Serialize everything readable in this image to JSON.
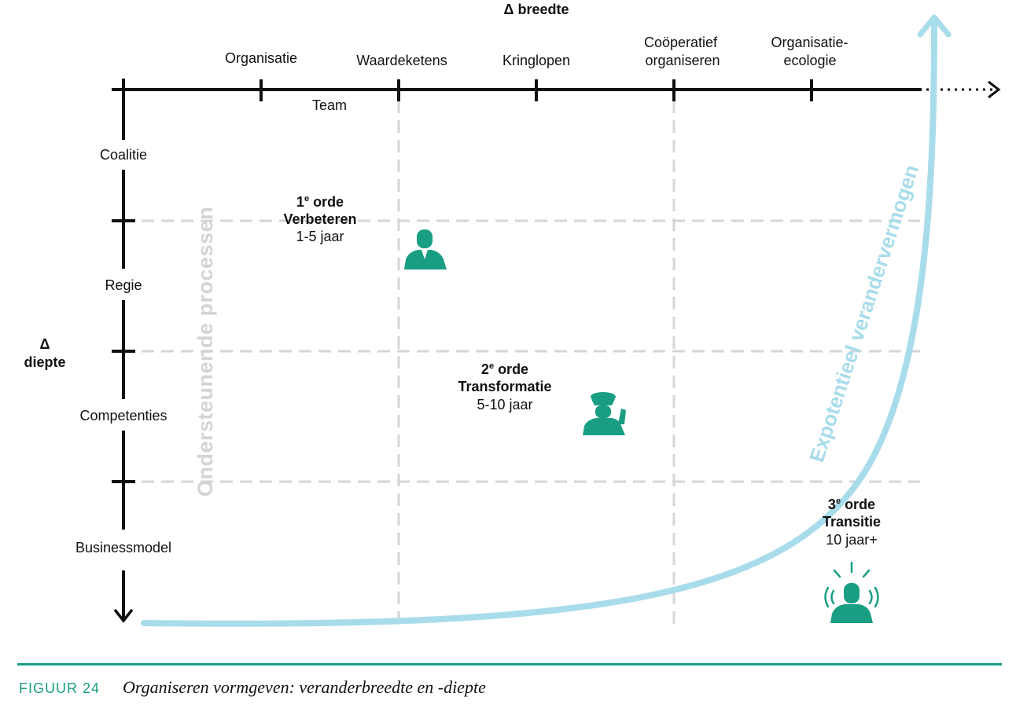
{
  "title": {
    "delta": "Δ",
    "text": "breedte"
  },
  "x_axis": {
    "ticks": [
      "Organisatie",
      "Waardeketens",
      "Kringlopen",
      "Coöperatief organiseren",
      "Organisatie- ecologie"
    ],
    "start_label": "Team"
  },
  "y_axis": {
    "delta": "Δ",
    "label": "diepte",
    "levels": [
      "Coalitie",
      "Regie",
      "Competenties",
      "Businessmodel"
    ]
  },
  "orders": [
    {
      "line1": "1e orde",
      "line2": "Verbeteren",
      "line3": "1-5 jaar"
    },
    {
      "line1": "2e orde",
      "line2": "Transformatie",
      "line3": "5-10 jaar"
    },
    {
      "line1": "3e orde",
      "line2": "Transitie",
      "line3": "10 jaar+"
    }
  ],
  "vertical_watermark": "Ondersteunende processen",
  "curve_label": "Expotentieel verandervermogen",
  "icons": [
    "manager-person-icon",
    "officer-person-icon",
    "alarmed-person-icon"
  ],
  "colors": {
    "accent_green": "#1a9e83",
    "curve_blue": "#a8dcea",
    "grid_gray": "#d6d6d6",
    "watermark_gray": "#d4d4d4"
  },
  "caption": {
    "number": "FIGUUR 24",
    "text": "Organiseren vormgeven: veranderbreedte en -diepte"
  }
}
